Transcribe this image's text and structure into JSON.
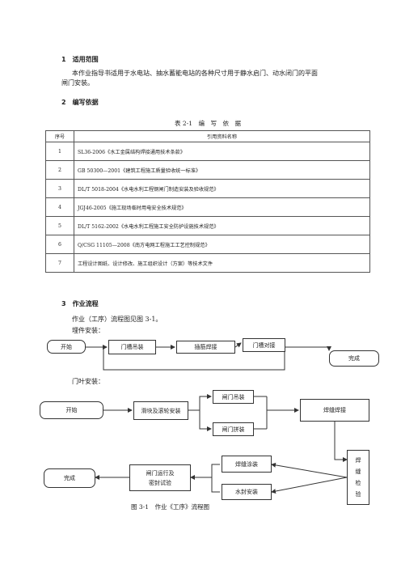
{
  "sections": {
    "s1_title": "1　适用范围",
    "s1_body_line1": "本作业指导书适用于水电站、抽水蓄能电站的各种尺寸用于静水启门、动水闭门的平面",
    "s1_body_line2": "闸门安装。",
    "s2_title": "2　编写依据",
    "s3_title": "3　作业流程",
    "s3_body": "作业（工序）流程图见图 3-1。",
    "embed_label": "埋件安装：",
    "leaf_label": "门叶安装："
  },
  "table": {
    "caption": "表 2-1　编　写　依　据",
    "header_no": "序号",
    "header_name": "引用资料名称",
    "rows": [
      {
        "no": "1",
        "name": "SL36-2006《水工金属结构焊接通用技术条款》"
      },
      {
        "no": "2",
        "name": "GB 50300—2001《建筑工程施工质量验收统一标准》"
      },
      {
        "no": "3",
        "name": "DL/T 5018-2004《水电水利工程钢闸门制造安装及验收规范》"
      },
      {
        "no": "4",
        "name": "JGJ46-2005《施工现场临时用电安全技术规范》"
      },
      {
        "no": "5",
        "name": "DL/T 5162-2002《水电水利工程施工安全防护设施技术规范》"
      },
      {
        "no": "6",
        "name": "Q/CSG 11105—2008《南方电网工程施工工艺控制规范》"
      },
      {
        "no": "7",
        "name": "工程设计图纸、设计修改、施工组织设计（方案）等技术文件"
      }
    ]
  },
  "flow1": {
    "start": "开始",
    "slot_lift": "门槽吊装",
    "rebar_weld": "插筋焊接",
    "slot_align": "门槽对接",
    "done": "完成"
  },
  "flow2": {
    "start": "开始",
    "slider_install": "滑块及滚轮安装",
    "gate_lift": "闸门吊装",
    "gate_splice": "闸门拼装",
    "seam_weld": "焊缝焊接",
    "weld_inspect": [
      "焊",
      "缝",
      "检",
      "验"
    ],
    "seam_coat": "焊缝涂装",
    "water_seal": "水封安装",
    "test_line1": "闸门运行及",
    "test_line2": "密封试验",
    "done": "完成"
  },
  "figure_caption": "图 3-1　作业《工序》流程图"
}
